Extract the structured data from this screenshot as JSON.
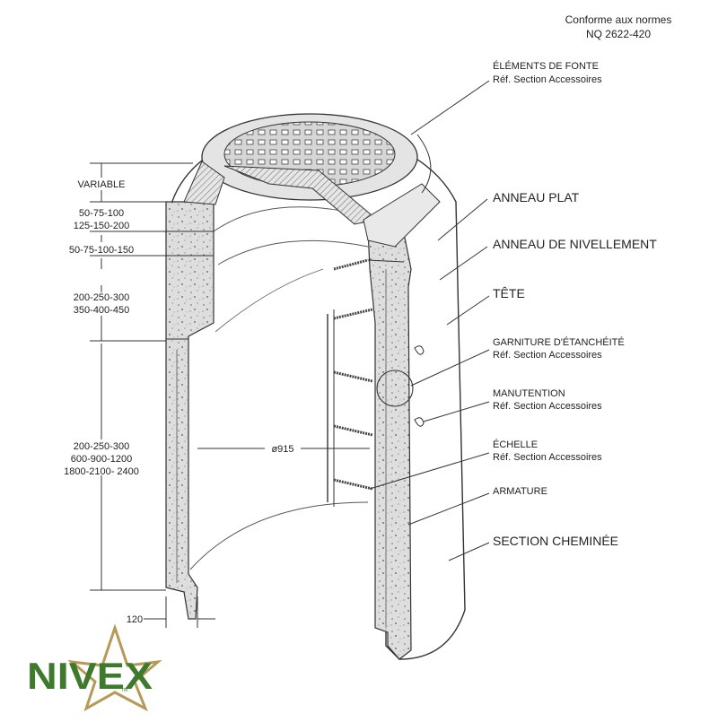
{
  "header": {
    "conformity_line1": "Conforme aux normes",
    "conformity_line2": "NQ 2622-420"
  },
  "labels": {
    "elements_fonte": {
      "title": "ÉLÉMENTS DE FONTE",
      "ref": "Réf. Section Accessoires"
    },
    "anneau_plat": "ANNEAU PLAT",
    "anneau_nivellement": "ANNEAU DE NIVELLEMENT",
    "tete": "TÊTE",
    "garniture": {
      "title": "GARNITURE D'ÉTANCHÉITÉ",
      "ref": "Réf. Section Accessoires"
    },
    "manutention": {
      "title": "MANUTENTION",
      "ref": "Réf. Section Accessoires"
    },
    "echelle": {
      "title": "ÉCHELLE",
      "ref": "Réf. Section Accessoires"
    },
    "armature": "ARMATURE",
    "section_cheminee": "SECTION CHEMINÉE"
  },
  "dimensions": {
    "variable": "VARIABLE",
    "flat_ring_line1": "50-75-100",
    "flat_ring_line2": "125-150-200",
    "leveling_ring": "50-75-100-150",
    "head_line1": "200-250-300",
    "head_line2": "350-400-450",
    "section_line1": "200-250-300",
    "section_line2": "600-900-1200",
    "section_line3": "1800-2100- 2400",
    "diameter": "ø915",
    "wall": "120"
  },
  "logo": {
    "brand": "NIVEX",
    "tm": "TM",
    "colors": {
      "green": "#3d7a2c",
      "gold": "#b59a57"
    }
  },
  "colors": {
    "concrete": "#dcdcdc",
    "line": "#333333",
    "cast_iron": "#d9d9d9"
  }
}
